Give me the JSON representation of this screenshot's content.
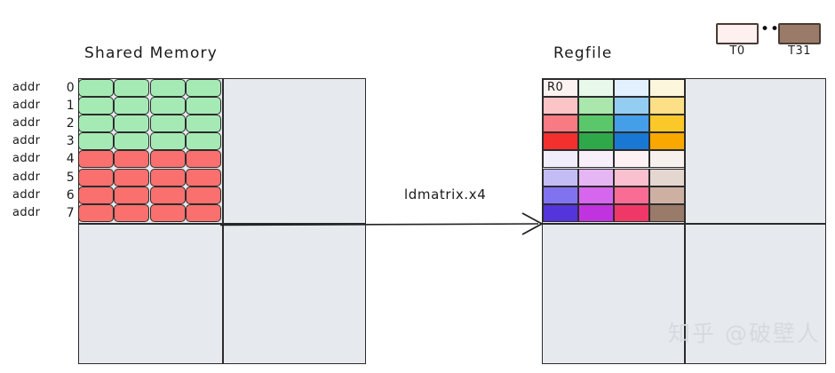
{
  "titles": {
    "shared_memory": "Shared Memory",
    "regfile": "Regfile"
  },
  "legend": {
    "first_label": "T0",
    "last_label": "T31",
    "ellipsis": "•••",
    "first_color": "#fdf0ef",
    "last_color": "#9a7a68",
    "border_color": "#4a3b33"
  },
  "arrow": {
    "label": "ldmatrix.x4"
  },
  "shared_memory": {
    "panel_bg": "#e6eaee",
    "row_labels": [
      {
        "word": "addr",
        "index": "0"
      },
      {
        "word": "addr",
        "index": "1"
      },
      {
        "word": "addr",
        "index": "2"
      },
      {
        "word": "addr",
        "index": "3"
      },
      {
        "word": "addr",
        "index": "4"
      },
      {
        "word": "addr",
        "index": "5"
      },
      {
        "word": "addr",
        "index": "6"
      },
      {
        "word": "addr",
        "index": "7"
      }
    ],
    "rows": 8,
    "cols": 4,
    "cell_colors": [
      [
        "#a5eab5",
        "#a5eab5",
        "#a5eab5",
        "#a5eab5"
      ],
      [
        "#a5eab5",
        "#a5eab5",
        "#a5eab5",
        "#a5eab5"
      ],
      [
        "#a5eab5",
        "#a5eab5",
        "#a5eab5",
        "#a5eab5"
      ],
      [
        "#a5eab5",
        "#a5eab5",
        "#a5eab5",
        "#a5eab5"
      ],
      [
        "#f9706e",
        "#f9706e",
        "#f9706e",
        "#f9706e"
      ],
      [
        "#f9706e",
        "#f9706e",
        "#f9706e",
        "#f9706e"
      ],
      [
        "#f9706e",
        "#f9706e",
        "#f9706e",
        "#f9706e"
      ],
      [
        "#f9706e",
        "#f9706e",
        "#f9706e",
        "#f9706e"
      ]
    ]
  },
  "regfile": {
    "panel_bg": "#e6eaee",
    "first_cell_label": "R0",
    "rows": 8,
    "cols": 4,
    "cell_colors": [
      [
        "#fdf2f2",
        "#e8f8ea",
        "#e2f1fd",
        "#fcf6dd"
      ],
      [
        "#fbc4c7",
        "#a9e7ac",
        "#93cdf2",
        "#fcdf86"
      ],
      [
        "#f87a82",
        "#5ac86a",
        "#459fe8",
        "#fbc82a"
      ],
      [
        "#f4302f",
        "#2fa84a",
        "#1878d4",
        "#f9a800"
      ],
      [
        "#f0eefb",
        "#f7effa",
        "#fdf1f3",
        "#f6f1ed"
      ],
      [
        "#c4bdf5",
        "#e6b6f4",
        "#fbc0cf",
        "#e4d7cf"
      ],
      [
        "#8172ef",
        "#d666ee",
        "#f96d94",
        "#cdb0a2"
      ],
      [
        "#5434db",
        "#c233e0",
        "#ef3768",
        "#9a7a68"
      ]
    ]
  },
  "watermark": {
    "text": "知乎 @破壁人"
  }
}
